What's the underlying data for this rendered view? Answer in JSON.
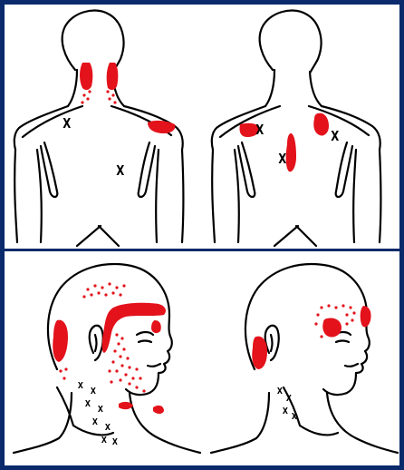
{
  "colors": {
    "frame": "#0a2a6b",
    "pain": "#e3121b",
    "outline": "#000000"
  },
  "panels": [
    {
      "id": "back-left",
      "kind": "back view",
      "trigger_points": 2
    },
    {
      "id": "back-right",
      "kind": "back view",
      "trigger_points": 3
    },
    {
      "id": "head-left",
      "kind": "side head view",
      "trigger_points": 8
    },
    {
      "id": "head-right",
      "kind": "side head view",
      "trigger_points": 4
    }
  ],
  "trigger_mark_symbol": "X"
}
